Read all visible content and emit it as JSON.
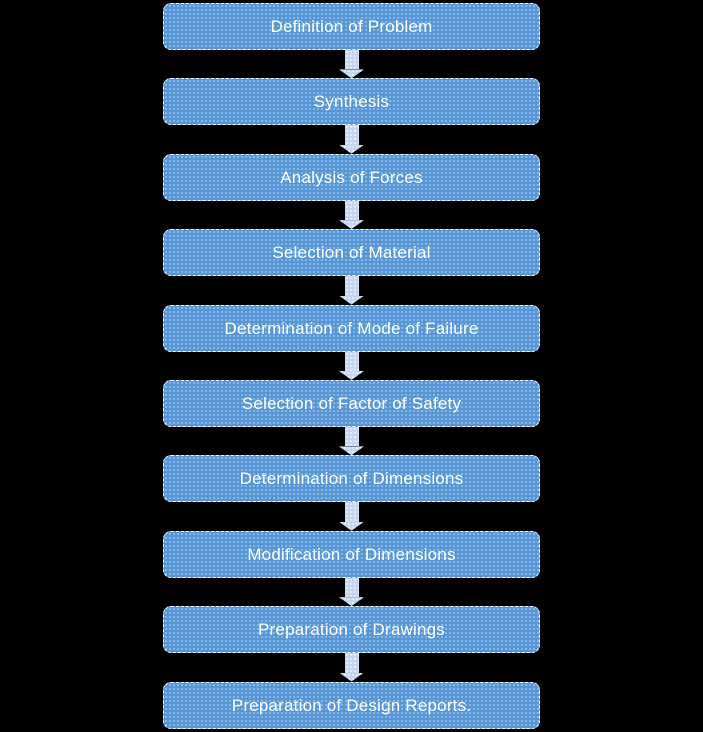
{
  "diagram": {
    "type": "flowchart",
    "direction": "top-down",
    "connector": "down-block-arrow",
    "steps": [
      {
        "label": "Definition of Problem"
      },
      {
        "label": "Synthesis"
      },
      {
        "label": "Analysis of Forces"
      },
      {
        "label": "Selection of Material"
      },
      {
        "label": "Determination of Mode of Failure"
      },
      {
        "label": "Selection of Factor of Safety"
      },
      {
        "label": "Determination of Dimensions"
      },
      {
        "label": "Modification of Dimensions"
      },
      {
        "label": "Preparation of Drawings"
      },
      {
        "label": "Preparation of Design Reports."
      }
    ],
    "colors": {
      "background": "#000000",
      "box_fill": "#5795D4",
      "box_dot": "#8FC0EA",
      "box_border": "#FFFFFF",
      "arrow_fill": "#C6D6EF",
      "arrow_dot": "#E6EEF9",
      "text": "#FFFFFF"
    }
  }
}
